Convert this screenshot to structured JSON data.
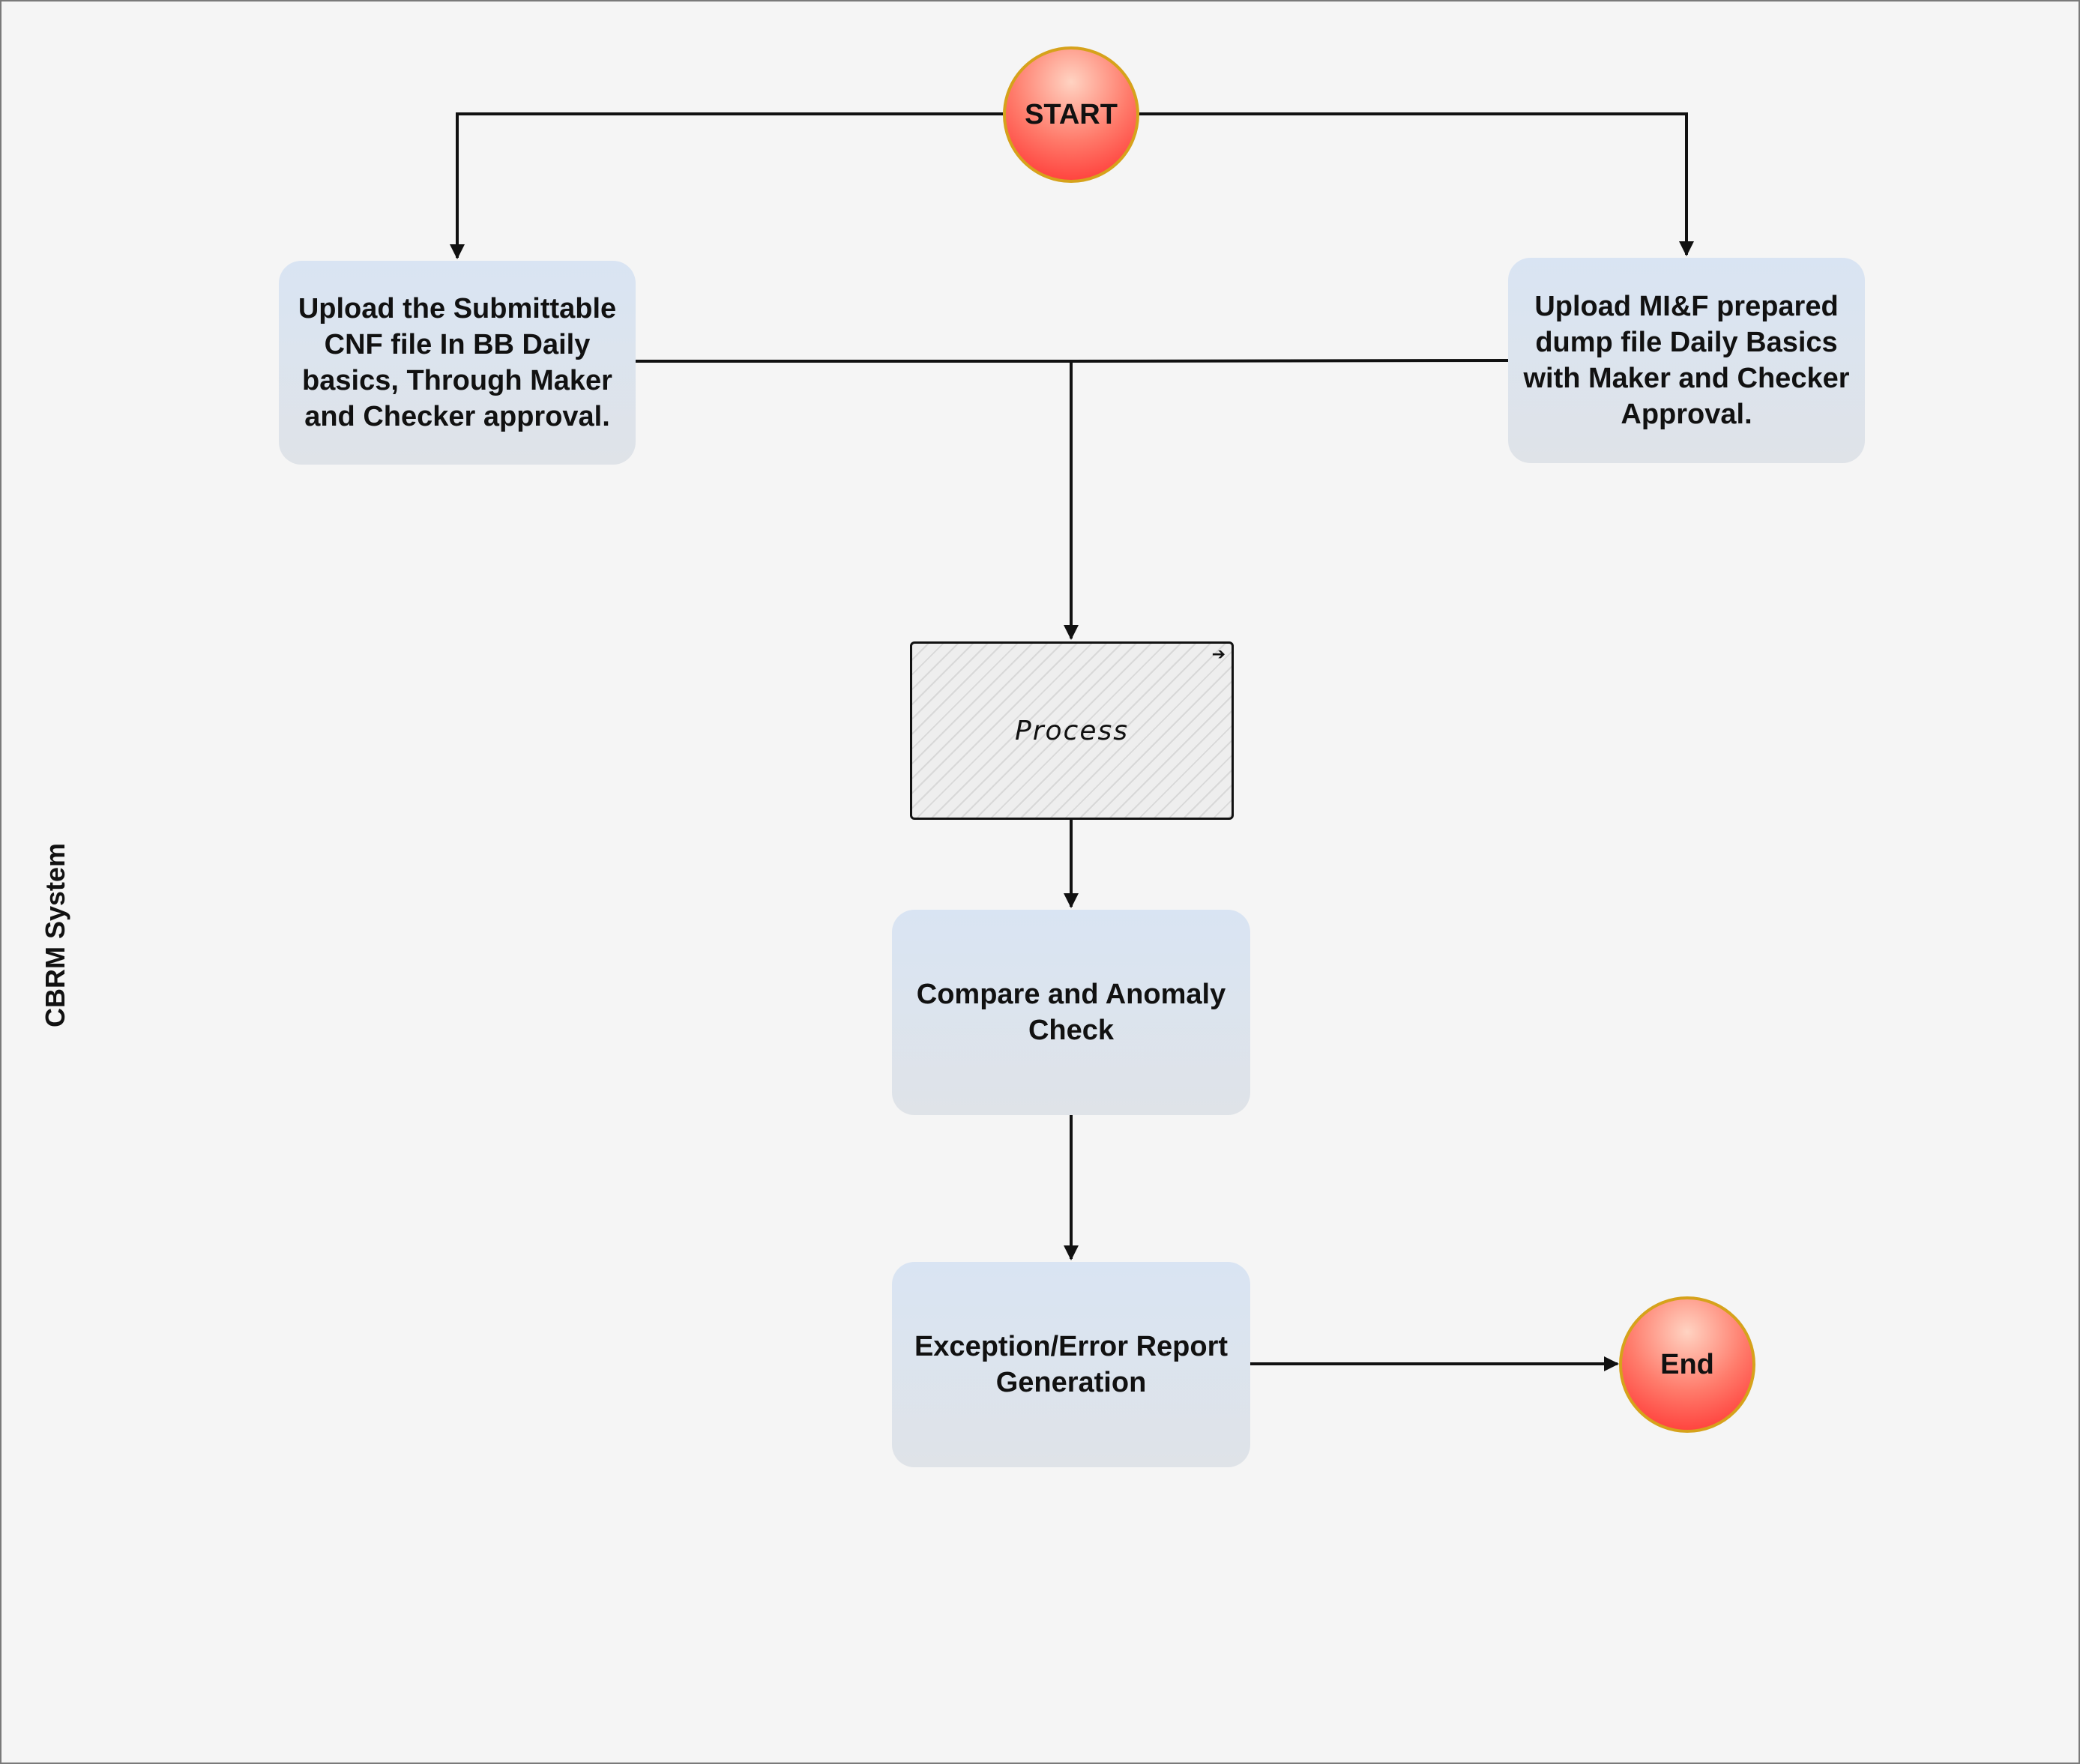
{
  "pool": {
    "label": "CBRM System"
  },
  "nodes": {
    "start": "START",
    "upload_cnf": "Upload the Submittable CNF file In BB Daily basics, Through Maker and Checker approval.",
    "upload_mif": "Upload MI&F prepared dump file Daily Basics with Maker and Checker Approval.",
    "process": "Process",
    "compare": "Compare and Anomaly Check",
    "exception": "Exception/Error Report Generation",
    "end": "End"
  },
  "edges": [
    {
      "from": "START",
      "to": "Upload the Submittable CNF file In BB Daily basics, Through Maker and Checker approval."
    },
    {
      "from": "START",
      "to": "Upload MI&F prepared dump file Daily Basics with Maker and Checker Approval."
    },
    {
      "from": "Upload the Submittable CNF file In BB Daily basics, Through Maker and Checker approval.",
      "to": "Process"
    },
    {
      "from": "Upload MI&F prepared dump file Daily Basics with Maker and Checker Approval.",
      "to": "Process"
    },
    {
      "from": "Process",
      "to": "Compare and Anomaly Check"
    },
    {
      "from": "Compare and Anomaly Check",
      "to": "Exception/Error Report Generation"
    },
    {
      "from": "Exception/Error Report Generation",
      "to": "End"
    }
  ]
}
